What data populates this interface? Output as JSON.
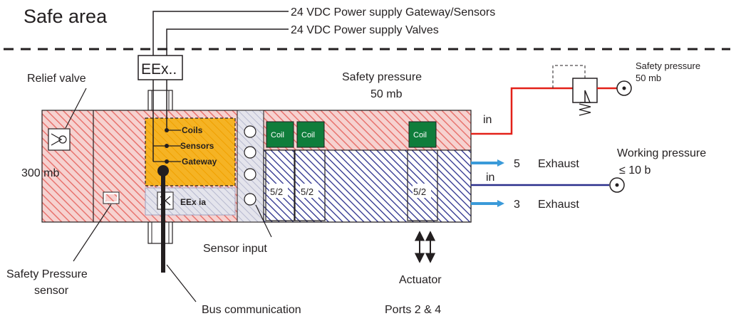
{
  "title": "Safe area",
  "power_lines": {
    "gateway_sensors": "24 VDC Power supply Gateway/Sensors",
    "valves": "24 VDC Power supply Valves"
  },
  "barrier_label": "EEx..",
  "relief_valve": {
    "label": "Relief valve",
    "value": "300 mb"
  },
  "safety_pressure_box": {
    "label": "Safety pressure",
    "value": "50 mb"
  },
  "safety_pressure_source": {
    "label": "Safety pressure",
    "value": "50 mb"
  },
  "gateway_terminals": [
    "Coils",
    "Sensors",
    "Gateway"
  ],
  "module_label": "EEx ia",
  "coils": [
    "Coil",
    "Coil",
    "Coil"
  ],
  "valve_labels": [
    "5/2",
    "5/2",
    "5/2"
  ],
  "ports": {
    "in_safety": "in",
    "in_working": "in",
    "exhaust_5_num": "5",
    "exhaust_5": "Exhaust",
    "exhaust_3_num": "3",
    "exhaust_3": "Exhaust"
  },
  "working_pressure": {
    "label": "Working pressure",
    "value": "≤ 10 b"
  },
  "sensor_input": "Sensor input",
  "safety_pressure_sensor": {
    "line1": "Safety Pressure",
    "line2": "sensor"
  },
  "bus_communication": "Bus communication",
  "actuator": {
    "label": "Actuator",
    "ports": "Ports 2 & 4"
  },
  "colors": {
    "red_hatch": "#e8746f",
    "blue_hatch": "#2a2f8c",
    "gateway_orange": "#f5b324",
    "coil_green": "#0f7d3b",
    "red_line": "#e32119",
    "blue_line": "#2a2f8c",
    "arrow_blue": "#3a9ad9"
  }
}
